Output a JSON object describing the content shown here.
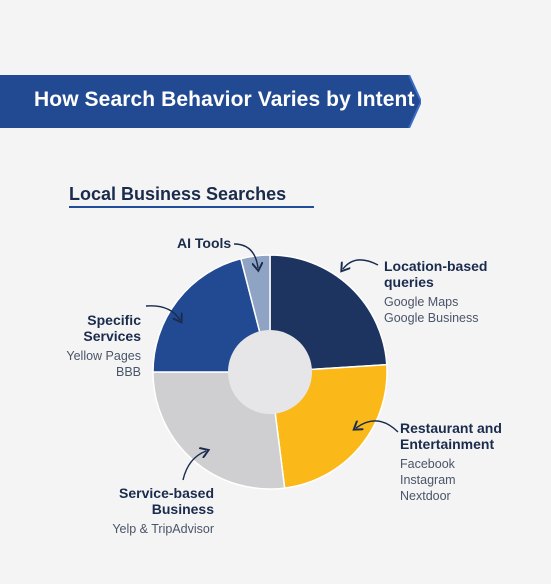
{
  "header": {
    "title": "How Search Behavior Varies by Intent"
  },
  "section": {
    "title": "Local Business Searches"
  },
  "chart_data": {
    "type": "pie",
    "donut": true,
    "title": "Local Business Searches",
    "slices": [
      {
        "label_lines": [
          "Location-based",
          "queries"
        ],
        "examples": [
          "Google Maps",
          "Google Business"
        ],
        "value": 24,
        "color": "#1d3461"
      },
      {
        "label_lines": [
          "Restaurant and",
          "Entertainment"
        ],
        "examples": [
          "Facebook",
          "Instagram",
          "Nextdoor"
        ],
        "value": 24,
        "color": "#fbb919"
      },
      {
        "label_lines": [
          "Service-based",
          "Business"
        ],
        "examples": [
          "Yelp & TripAdvisor"
        ],
        "value": 27,
        "color": "#cfcfd1"
      },
      {
        "label_lines": [
          "Specific",
          "Services"
        ],
        "examples": [
          "Yellow Pages",
          "BBB"
        ],
        "value": 21,
        "color": "#224a92"
      },
      {
        "label_lines": [
          "AI Tools"
        ],
        "examples": [],
        "value": 4,
        "color": "#8fa3c4"
      }
    ]
  }
}
